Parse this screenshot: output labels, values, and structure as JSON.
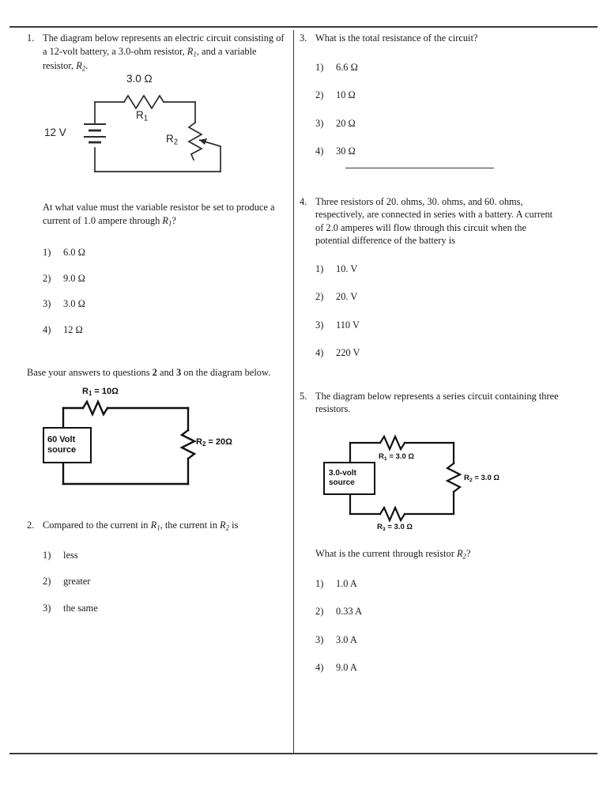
{
  "page": {
    "left_column": {
      "questions": [
        {
          "number": "1.",
          "prompt_part1": "The diagram below represents an electric circuit consisting of a 12-volt battery, a 3.0-ohm resistor, ",
          "prompt_r1": "R",
          "prompt_r1_sub": "1",
          "prompt_part2": ", and a variable resistor, ",
          "prompt_r2": "R",
          "prompt_r2_sub": "2",
          "prompt_part3": ".",
          "followup_part1": "At what value must the variable resistor be set to produce a current of 1.0 ampere through ",
          "followup_r1": "R",
          "followup_r1_sub": "1",
          "followup_part2": "?",
          "choices": [
            {
              "num": "1)",
              "value": "6.0 Ω"
            },
            {
              "num": "2)",
              "value": "9.0 Ω"
            },
            {
              "num": "3)",
              "value": "3.0 Ω"
            },
            {
              "num": "4)",
              "value": "12 Ω"
            }
          ],
          "diagram": {
            "battery_label": "12 V",
            "r1_value": "3.0 Ω",
            "r1_label": "R",
            "r1_sub": "1",
            "r2_label": "R",
            "r2_sub": "2"
          }
        },
        {
          "number": "2.",
          "prompt_part1": "Compared to the current in ",
          "prompt_r1": "R",
          "prompt_r1_sub": "1",
          "prompt_part2": ", the current in ",
          "prompt_r2": "R",
          "prompt_r2_sub": "2",
          "prompt_part3": " is",
          "choices": [
            {
              "num": "1)",
              "value": "less"
            },
            {
              "num": "2)",
              "value": "greater"
            },
            {
              "num": "3)",
              "value": "the same"
            }
          ]
        }
      ],
      "base_instruction_part1": "Base your answers to questions ",
      "base_instruction_q_a": "2",
      "base_instruction_part2": " and ",
      "base_instruction_q_b": "3",
      "base_instruction_part3": " on the diagram below.",
      "shared_diagram": {
        "source_line1": "60 Volt",
        "source_line2": "source",
        "r1_label": "R",
        "r1_sub": "1",
        "r1_value": "= 10Ω",
        "r2_label": "R",
        "r2_sub": "2",
        "r2_value": "= 20Ω"
      }
    },
    "right_column": {
      "questions": [
        {
          "number": "3.",
          "prompt": "What is the total resistance of the circuit?",
          "choices": [
            {
              "num": "1)",
              "value": "6.6 Ω"
            },
            {
              "num": "2)",
              "value": "10 Ω"
            },
            {
              "num": "3)",
              "value": "20 Ω"
            },
            {
              "num": "4)",
              "value": "30 Ω"
            }
          ]
        },
        {
          "number": "4.",
          "prompt": "Three resistors of 20. ohms, 30. ohms, and 60. ohms, respectively, are connected in series with a battery. A current of 2.0 amperes will flow through this circuit when the potential difference of the battery is",
          "choices": [
            {
              "num": "1)",
              "value": "10. V"
            },
            {
              "num": "2)",
              "value": "20. V"
            },
            {
              "num": "3)",
              "value": "110 V"
            },
            {
              "num": "4)",
              "value": "220 V"
            }
          ]
        },
        {
          "number": "5.",
          "prompt": "The diagram below represents a series circuit containing three resistors.",
          "followup_part1": "What is the current through resistor ",
          "followup_r2": "R",
          "followup_r2_sub": "2",
          "followup_part2": "?",
          "choices": [
            {
              "num": "1)",
              "value": "1.0 A"
            },
            {
              "num": "2)",
              "value": "0.33 A"
            },
            {
              "num": "3)",
              "value": "3.0 A"
            },
            {
              "num": "4)",
              "value": "9.0 A"
            }
          ],
          "diagram": {
            "source_line1": "3.0-volt",
            "source_line2": "source",
            "r1_label": "R",
            "r1_sub": "1",
            "r1_value": "= 3.0 Ω",
            "r2_label": "R",
            "r2_sub": "2",
            "r2_value": "= 3.0 Ω",
            "r3_label": "R",
            "r3_sub": "3",
            "r3_value": "= 3.0 Ω"
          }
        }
      ]
    }
  }
}
